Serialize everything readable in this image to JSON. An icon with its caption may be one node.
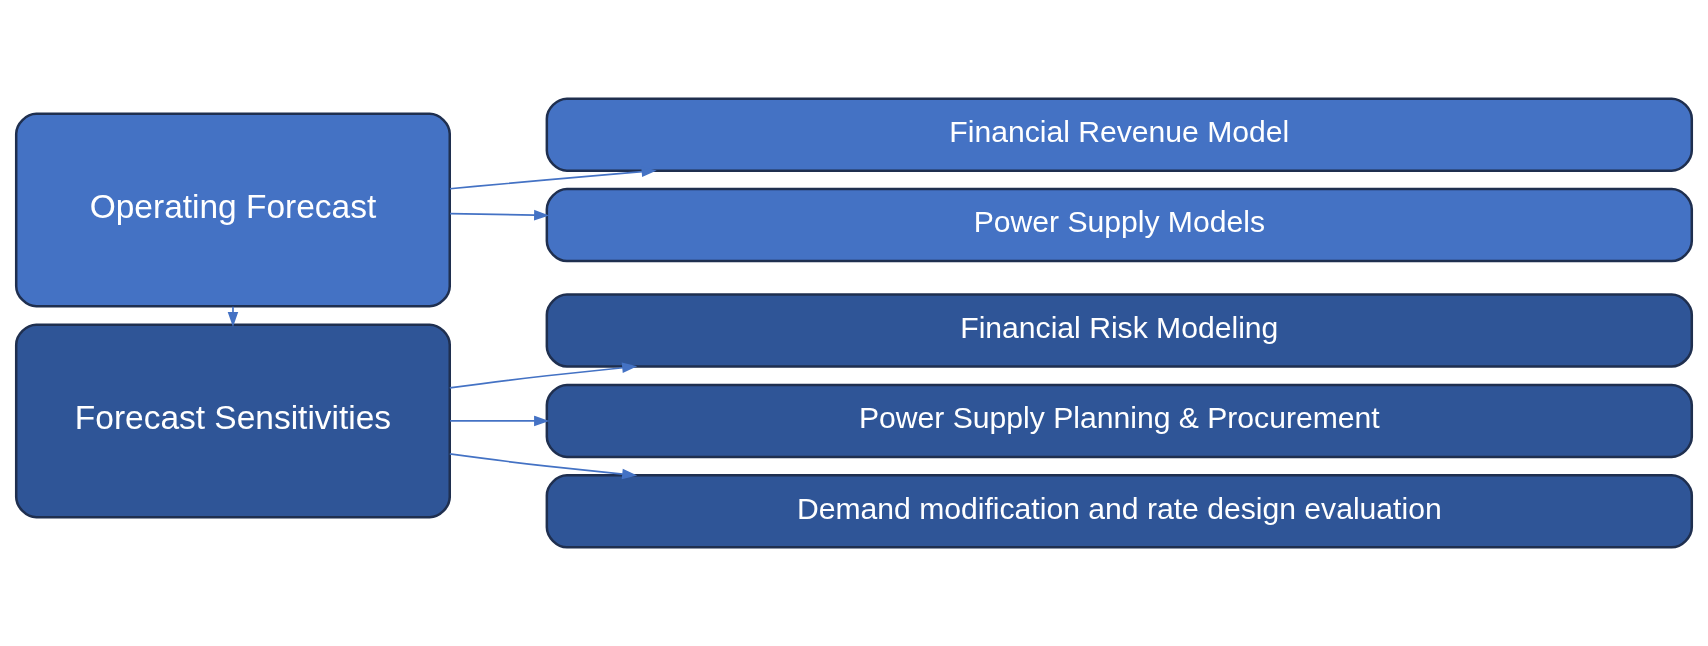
{
  "diagram": {
    "nodes": [
      {
        "text": [
          "Operating Forecast"
        ]
      },
      {
        "text": [
          "Financial Revenue Model"
        ]
      },
      {
        "text": [
          "Power Supply Models"
        ]
      },
      {
        "text": [
          "Forecast Sensitivities"
        ]
      },
      {
        "text": [
          "Financial Risk Modeling"
        ]
      },
      {
        "text": [
          "Power Supply Planning & Procurement"
        ]
      },
      {
        "text": [
          "Demand modification and rate design evaluation"
        ]
      }
    ],
    "edges": [
      {
        "from": 0,
        "to": 1,
        "arrow": "to"
      },
      {
        "from": 0,
        "to": 2,
        "arrow": "to"
      },
      {
        "from": 0,
        "to": 3,
        "arrow": "to"
      },
      {
        "from": 3,
        "to": 4,
        "arrow": "to"
      },
      {
        "from": 3,
        "to": 5,
        "arrow": "to"
      },
      {
        "from": 3,
        "to": 6,
        "arrow": "to"
      }
    ]
  }
}
